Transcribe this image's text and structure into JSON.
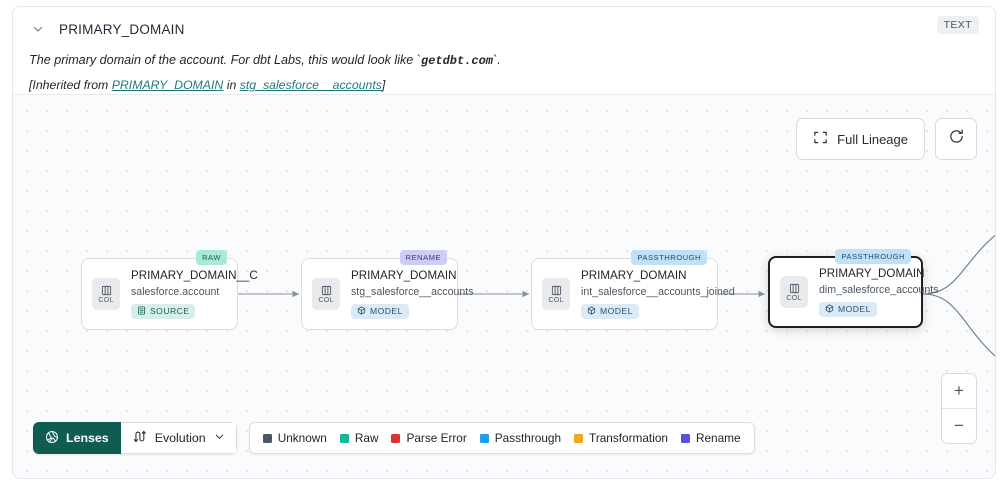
{
  "header": {
    "collapse_icon": "chevron-down-icon",
    "title": "PRIMARY_DOMAIN",
    "type_badge": "TEXT",
    "description_pre": "The primary domain of the account. For dbt Labs, this would look like `",
    "description_code": "getdbt.com",
    "description_post": "`.",
    "inherited_prefix": "[Inherited from ",
    "inherited_link": "PRIMARY_DOMAIN",
    "inherited_mid": " in ",
    "inherited_source": "stg_salesforce__accounts",
    "inherited_suffix": "]"
  },
  "canvas": {
    "full_lineage_label": "Full Lineage",
    "full_lineage_icon": "expand-icon",
    "refresh_icon": "refresh-icon",
    "zoom_in_label": "+",
    "zoom_out_label": "−"
  },
  "nodes": [
    {
      "tag": "RAW",
      "title": "PRIMARY_DOMAIN__C",
      "subtitle": "salesforce.account",
      "kind": "SOURCE",
      "kind_icon": "database-icon",
      "col_label": "COL",
      "col_icon": "column-icon",
      "selected": false
    },
    {
      "tag": "RENAME",
      "title": "PRIMARY_DOMAIN",
      "subtitle": "stg_salesforce__accounts",
      "kind": "MODEL",
      "kind_icon": "cube-icon",
      "col_label": "COL",
      "col_icon": "column-icon",
      "selected": false
    },
    {
      "tag": "PASSTHROUGH",
      "title": "PRIMARY_DOMAIN",
      "subtitle": "int_salesforce__accounts_joined",
      "kind": "MODEL",
      "kind_icon": "cube-icon",
      "col_label": "COL",
      "col_icon": "column-icon",
      "selected": false
    },
    {
      "tag": "PASSTHROUGH",
      "title": "PRIMARY_DOMAIN",
      "subtitle": "dim_salesforce_accounts",
      "kind": "MODEL",
      "kind_icon": "cube-icon",
      "col_label": "COL",
      "col_icon": "column-icon",
      "selected": true
    }
  ],
  "bottom": {
    "lenses_label": "Lenses",
    "lenses_icon": "aperture-icon",
    "evolution_label": "Evolution",
    "evolution_icon": "evolution-icon",
    "evolution_chevron": "chevron-down-icon",
    "legend": [
      {
        "label": "Unknown",
        "color": "#4b5563"
      },
      {
        "label": "Raw",
        "color": "#12b795"
      },
      {
        "label": "Parse Error",
        "color": "#e03131"
      },
      {
        "label": "Passthrough",
        "color": "#1e9de8"
      },
      {
        "label": "Transformation",
        "color": "#f3a81b"
      },
      {
        "label": "Rename",
        "color": "#5b4fe0"
      }
    ]
  }
}
